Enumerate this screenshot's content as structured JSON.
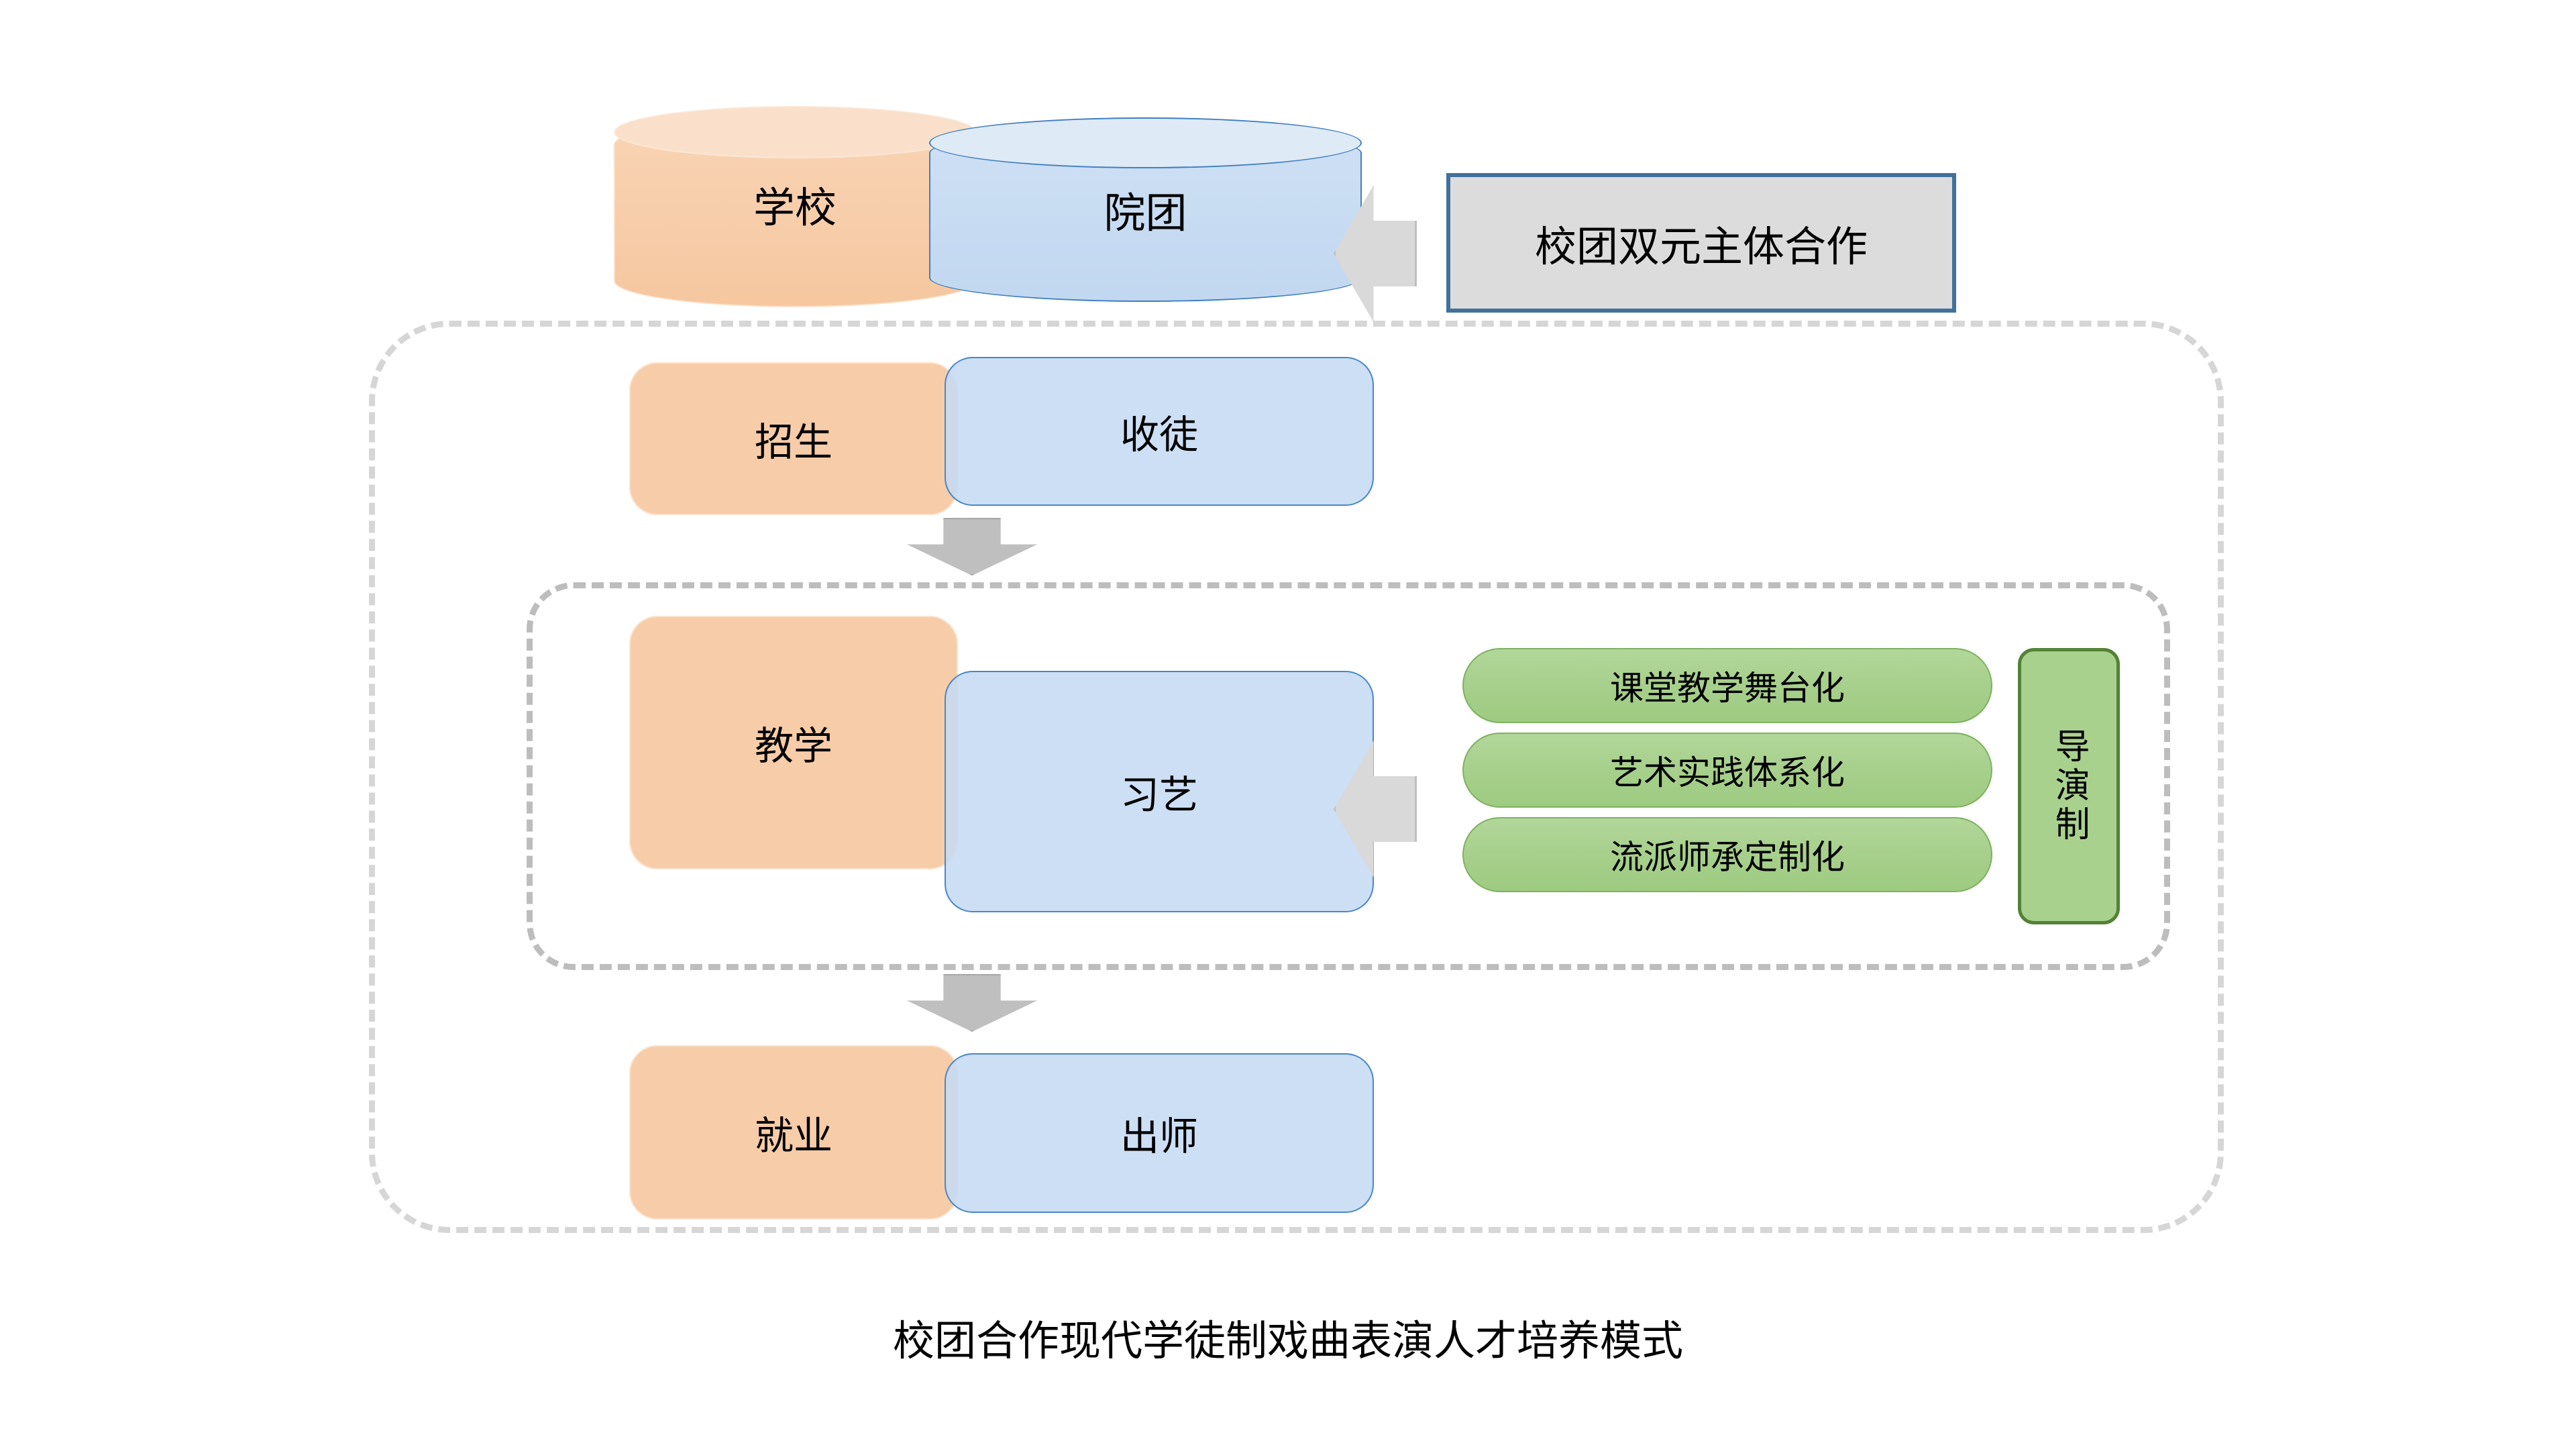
{
  "figure": {
    "caption": "校团合作现代学徒制戏曲表演人才培养模式"
  },
  "partners": {
    "school": {
      "label": "学校"
    },
    "troupe": {
      "label": "院团"
    }
  },
  "callout": {
    "label": "校团双元主体合作"
  },
  "stages": [
    {
      "school_label": "招生",
      "troupe_label": "收徒"
    },
    {
      "school_label": "教学",
      "troupe_label": "习艺"
    },
    {
      "school_label": "就业",
      "troupe_label": "出师"
    }
  ],
  "methods": [
    {
      "label": "课堂教学舞台化"
    },
    {
      "label": "艺术实践体系化"
    },
    {
      "label": "流派师承定制化"
    }
  ],
  "system": {
    "label": "导演制"
  },
  "icons": {
    "arrow_left": "arrow-left-icon",
    "arrow_down": "arrow-down-icon"
  },
  "colors": {
    "school_fill": "#f7cca8",
    "troupe_fill": "#c5dbf2",
    "troupe_border": "#4a86c8",
    "method_fill": "#a8d08d",
    "method_border": "#7fb25f",
    "system_fill": "#a9d18e",
    "system_border": "#548235",
    "callout_fill": "#dcdcdc",
    "callout_border": "#41719c",
    "arrow_fill": "#d9d9d9",
    "frame_dash": "#d6d6d6"
  }
}
